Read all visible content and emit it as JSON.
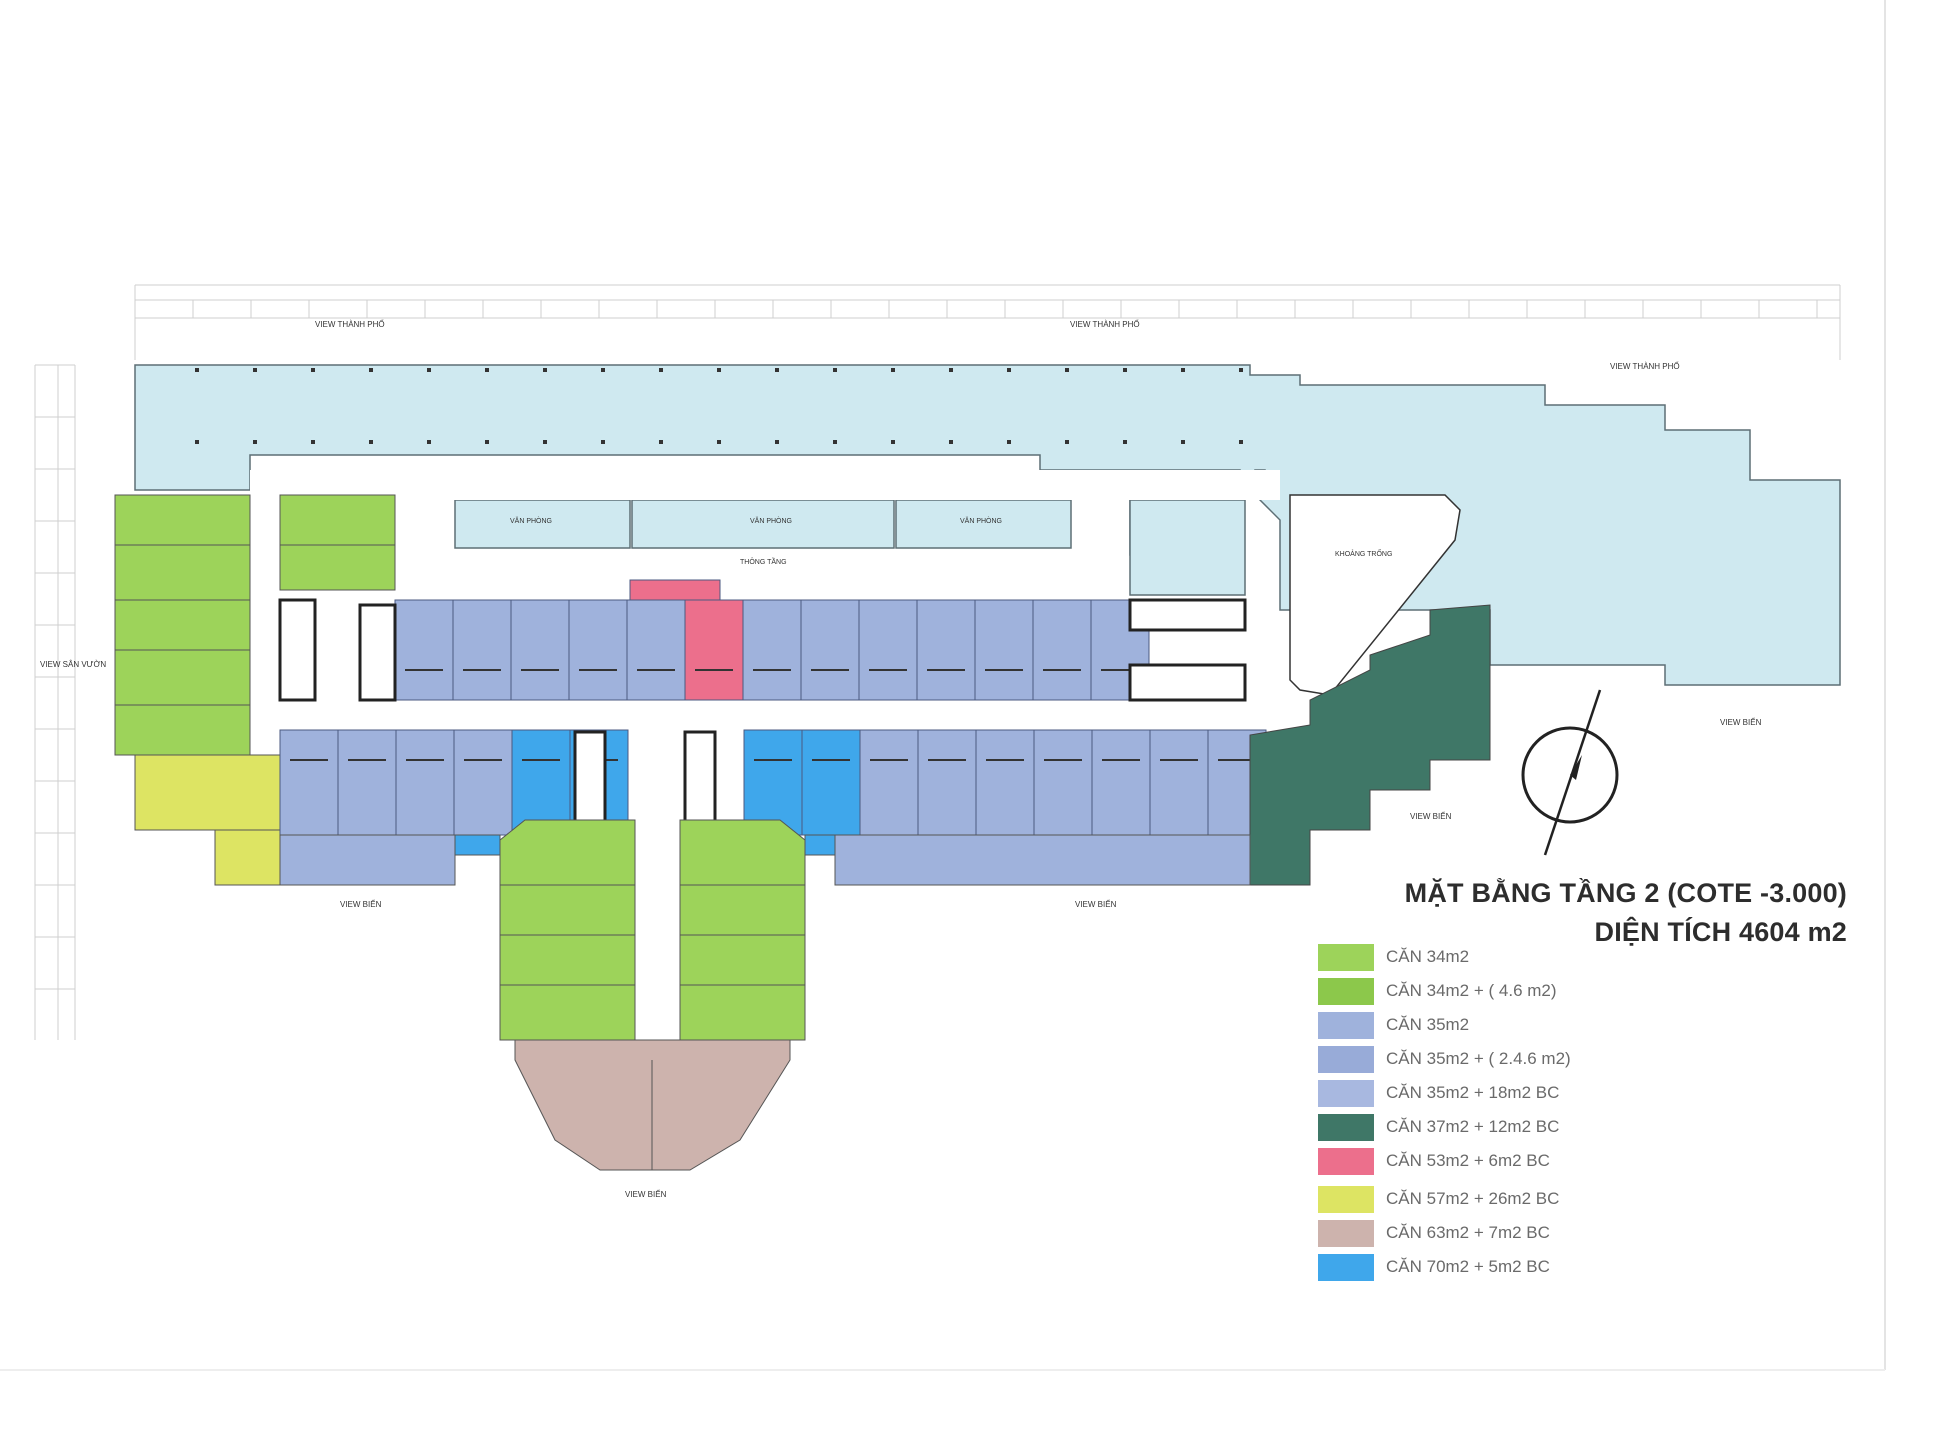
{
  "plan": {
    "title_line1": "MẶT BẰNG TẦNG 2 (COTE -3.000)",
    "title_line2": "DIỆN TÍCH 4604 m2"
  },
  "colors": {
    "lobby": "#cfe9f0",
    "corridor": "#ffffff",
    "wall": "#2b2b2b",
    "dim_line": "#c8c8c8"
  },
  "legend": [
    {
      "label": "CĂN 34m2",
      "color": "#9dd35a"
    },
    {
      "label": "CĂN 34m2 + ( 4.6 m2)",
      "color": "#8cc84b"
    },
    {
      "label": "CĂN 35m2",
      "color": "#9fb2dc"
    },
    {
      "label": "CĂN 35m2 + ( 2.4.6 m2)",
      "color": "#98abd8"
    },
    {
      "label": "CĂN 35m2 + 18m2 BC",
      "color": "#a8b8e0"
    },
    {
      "label": "CĂN 37m2 + 12m2 BC",
      "color": "#3f7767"
    },
    {
      "label": "CĂN 53m2 + 6m2 BC",
      "color": "#ec6f8c"
    },
    {
      "label": "CĂN 57m2 + 26m2 BC",
      "color": "#dde463"
    },
    {
      "label": "CĂN 63m2 + 7m2 BC",
      "color": "#cdb3ad"
    },
    {
      "label": "CĂN 70m2 + 5m2 BC",
      "color": "#3fa7eb"
    }
  ],
  "annotations": {
    "view_thanh_pho": "VIEW THÀNH PHỐ",
    "view_bien": "VIEW BIỂN",
    "view_san_vuon": "VIEW SÂN VƯỜN",
    "van_phong": "VĂN PHÒNG",
    "thong_tang": "THÔNG TẦNG",
    "khong_trong": "KHOẢNG TRỐNG"
  }
}
